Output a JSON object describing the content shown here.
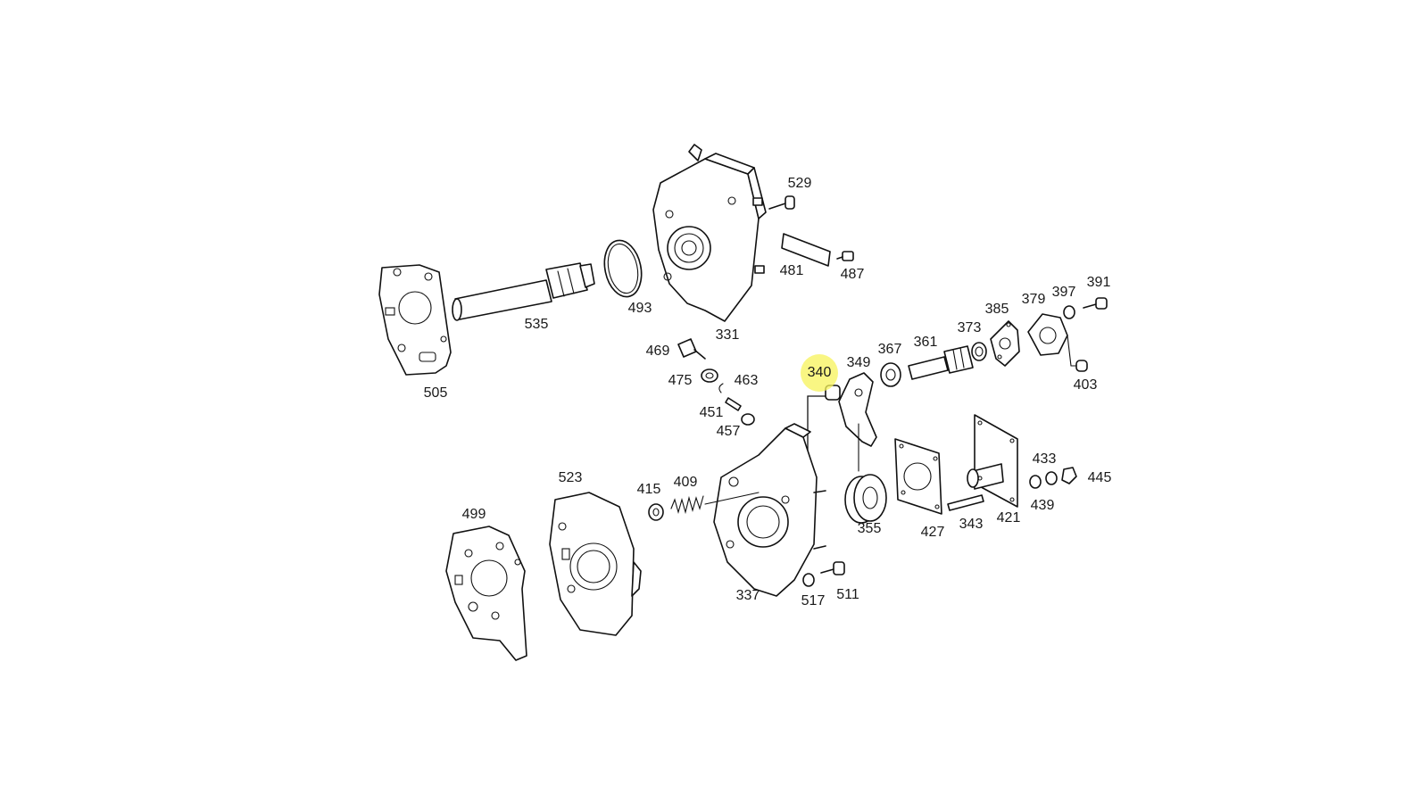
{
  "diagram": {
    "highlight_color": "#f7f35a",
    "callouts": [
      {
        "id": "529",
        "label": "529"
      },
      {
        "id": "481",
        "label": "481"
      },
      {
        "id": "487",
        "label": "487"
      },
      {
        "id": "493",
        "label": "493"
      },
      {
        "id": "331",
        "label": "331"
      },
      {
        "id": "535",
        "label": "535"
      },
      {
        "id": "505",
        "label": "505"
      },
      {
        "id": "469",
        "label": "469"
      },
      {
        "id": "475",
        "label": "475"
      },
      {
        "id": "463",
        "label": "463"
      },
      {
        "id": "451",
        "label": "451"
      },
      {
        "id": "457",
        "label": "457"
      },
      {
        "id": "340",
        "label": "340",
        "highlighted": true
      },
      {
        "id": "349",
        "label": "349"
      },
      {
        "id": "367",
        "label": "367"
      },
      {
        "id": "361",
        "label": "361"
      },
      {
        "id": "373",
        "label": "373"
      },
      {
        "id": "385",
        "label": "385"
      },
      {
        "id": "379",
        "label": "379"
      },
      {
        "id": "397",
        "label": "397"
      },
      {
        "id": "391",
        "label": "391"
      },
      {
        "id": "403",
        "label": "403"
      },
      {
        "id": "523",
        "label": "523"
      },
      {
        "id": "499",
        "label": "499"
      },
      {
        "id": "415",
        "label": "415"
      },
      {
        "id": "409",
        "label": "409"
      },
      {
        "id": "337",
        "label": "337"
      },
      {
        "id": "517",
        "label": "517"
      },
      {
        "id": "511",
        "label": "511"
      },
      {
        "id": "355",
        "label": "355"
      },
      {
        "id": "427",
        "label": "427"
      },
      {
        "id": "343",
        "label": "343"
      },
      {
        "id": "421",
        "label": "421"
      },
      {
        "id": "433",
        "label": "433"
      },
      {
        "id": "439",
        "label": "439"
      },
      {
        "id": "445",
        "label": "445"
      }
    ]
  }
}
